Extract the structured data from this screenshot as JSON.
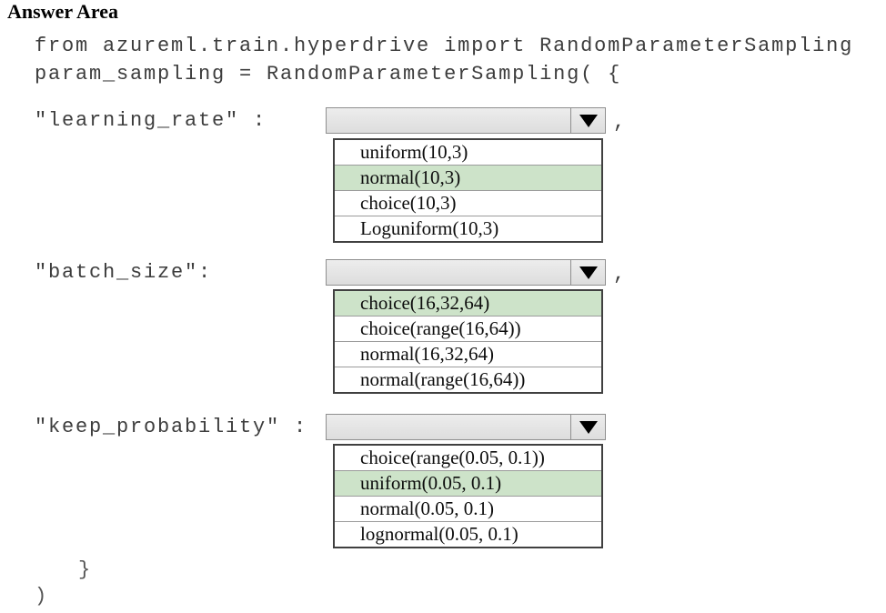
{
  "title": "Answer Area",
  "code": {
    "line1": "from azureml.train.hyperdrive import RandomParameterSampling",
    "line2": "param_sampling = RandomParameterSampling( {",
    "closing_brace": "}",
    "closing_paren": ")"
  },
  "colors": {
    "selected_option_green": "#cde3c9",
    "dropdown_fill_grey": "#e4e4e4",
    "dropdown_border_grey": "#8f8f8f",
    "list_border_dark": "#404040",
    "code_text": "#3d3d3d"
  },
  "icons": {
    "dropdown_arrow": "filled down triangle"
  },
  "groups": [
    {
      "label": "\"learning_rate\" :",
      "value": "",
      "separator": ",",
      "options": [
        {
          "label": "uniform(10,3)",
          "selected": false
        },
        {
          "label": "normal(10,3)",
          "selected": true
        },
        {
          "label": "choice(10,3)",
          "selected": false
        },
        {
          "label": "Loguniform(10,3)",
          "selected": false
        }
      ]
    },
    {
      "label": "\"batch_size\":",
      "value": "",
      "separator": ",",
      "options": [
        {
          "label": "choice(16,32,64)",
          "selected": true
        },
        {
          "label": "choice(range(16,64))",
          "selected": false
        },
        {
          "label": "normal(16,32,64)",
          "selected": false
        },
        {
          "label": "normal(range(16,64))",
          "selected": false
        }
      ]
    },
    {
      "label": "\"keep_probability\" :",
      "value": "",
      "separator": "",
      "options": [
        {
          "label": "choice(range(0.05, 0.1))",
          "selected": false
        },
        {
          "label": "uniform(0.05, 0.1)",
          "selected": true
        },
        {
          "label": "normal(0.05, 0.1)",
          "selected": false
        },
        {
          "label": "lognormal(0.05, 0.1)",
          "selected": false
        }
      ]
    }
  ]
}
